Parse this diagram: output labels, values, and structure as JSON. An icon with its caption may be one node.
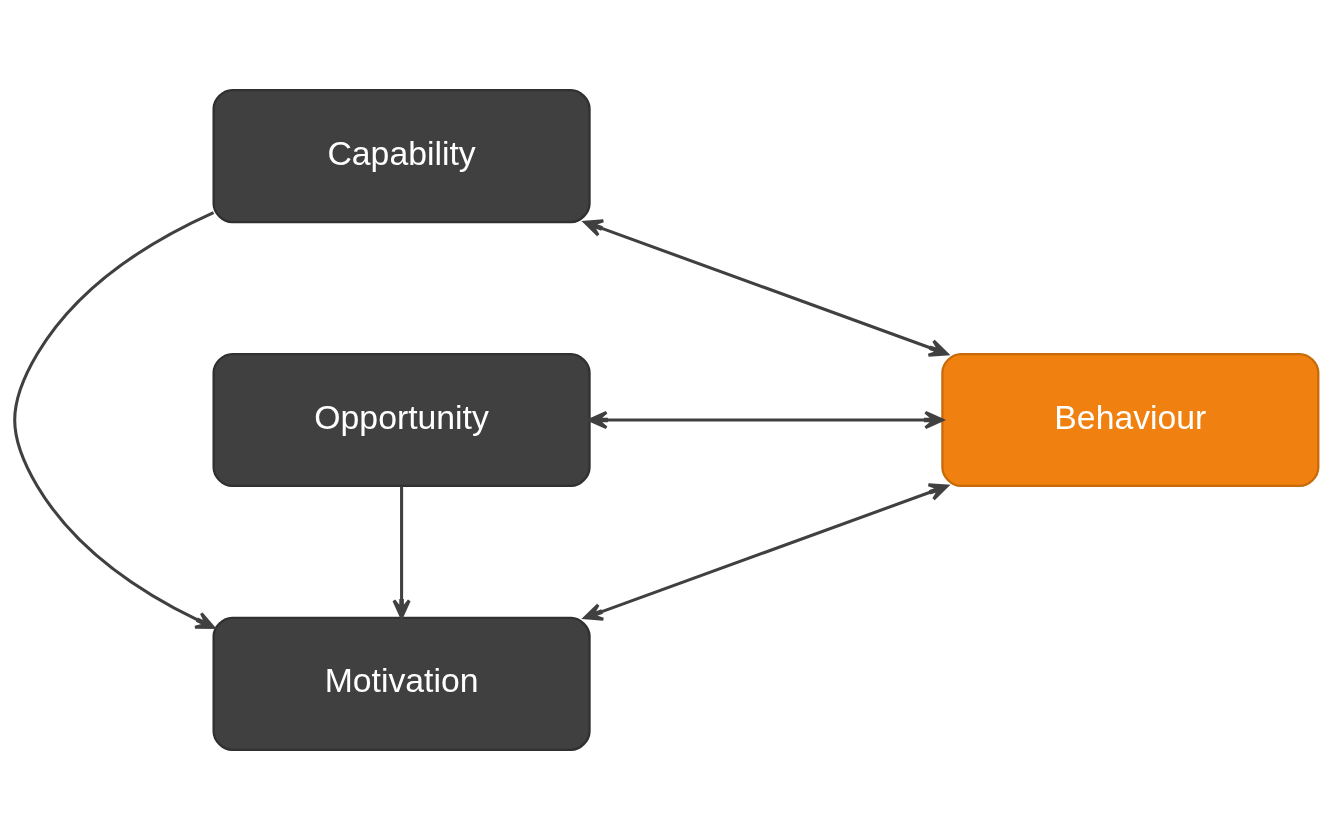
{
  "diagram": {
    "nodes": [
      {
        "text": [
          "Capability"
        ]
      },
      {
        "text": [
          "Motivation"
        ]
      },
      {
        "text": [
          "Opportunity"
        ]
      },
      {
        "text": [
          "Behaviour"
        ]
      }
    ],
    "edges": [
      {
        "from": 0,
        "to": 1,
        "arrow": "to"
      },
      {
        "from": 0,
        "to": 3,
        "arrow": "both"
      },
      {
        "from": 1,
        "to": 3,
        "arrow": "both"
      },
      {
        "from": 2,
        "to": 1,
        "arrow": "to"
      },
      {
        "from": 2,
        "to": 3,
        "arrow": "both"
      }
    ]
  }
}
